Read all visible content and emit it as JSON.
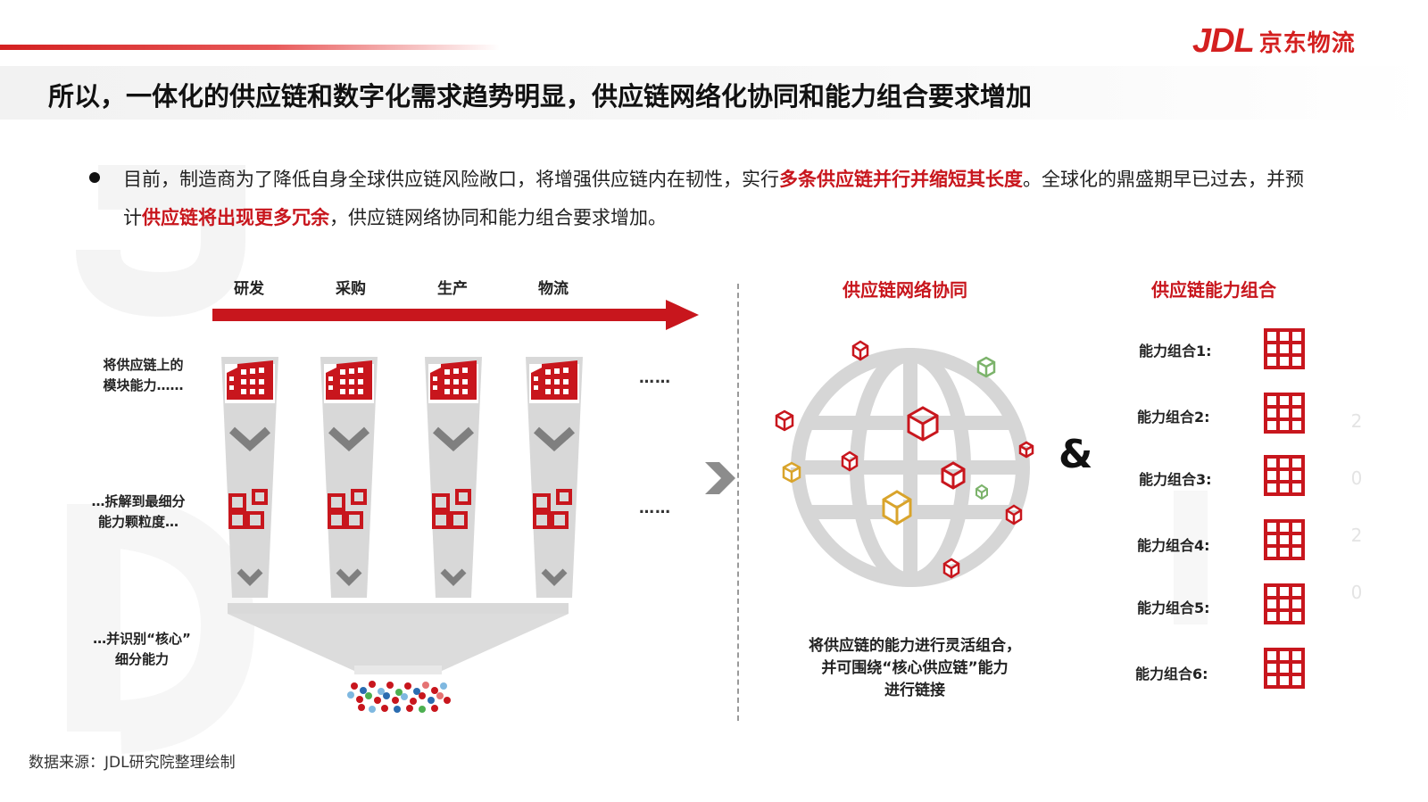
{
  "brand": {
    "mark": "JDL",
    "name": "京东物流",
    "color": "#d42020"
  },
  "page_title": "所以，一体化的供应链和数字化需求趋势明显，供应链网络化协同和能力组合要求增加",
  "intro": {
    "p1": "目前，制造商为了降低自身全球供应链风险敞口，将增强供应链内在韧性，实行",
    "h1": "多条供应链并行并缩短其长度",
    "p2": "。全球化的鼎盛期早已过去，并预计",
    "h2": "供应链将出现更多冗余",
    "p3": "，供应链网络协同和能力组合要求增加。"
  },
  "stages": [
    "研发",
    "采购",
    "生产",
    "物流"
  ],
  "left_labels": {
    "row1": [
      "将供应链上的",
      "模块能力……"
    ],
    "row2": [
      "…拆解到最细分",
      "能力颗粒度…"
    ],
    "row3": [
      "…并识别“核心”",
      "细分能力"
    ],
    "ellipsis": "……"
  },
  "network": {
    "title": "供应链网络协同",
    "caption": [
      "将供应链的能力进行灵活组合，",
      "并可围绕“核心供应链”能力",
      "进行链接"
    ]
  },
  "ampersand": "&",
  "combos": {
    "title": "供应链能力组合",
    "items": [
      "能力组合1:",
      "能力组合2:",
      "能力组合3:",
      "能力组合4:",
      "能力组合5:",
      "能力组合6:"
    ]
  },
  "watermark_year": "2020",
  "source": "数据来源：JDL研究院整理绘制",
  "colors": {
    "accent": "#c8161d",
    "gray": "#d9d9d9",
    "dark_gray": "#7f7f7f"
  },
  "icons": [
    "building-icon",
    "module-icon",
    "chevron-down-icon",
    "cube-icon",
    "grid-icon",
    "globe-icon",
    "arrow-right-icon"
  ]
}
